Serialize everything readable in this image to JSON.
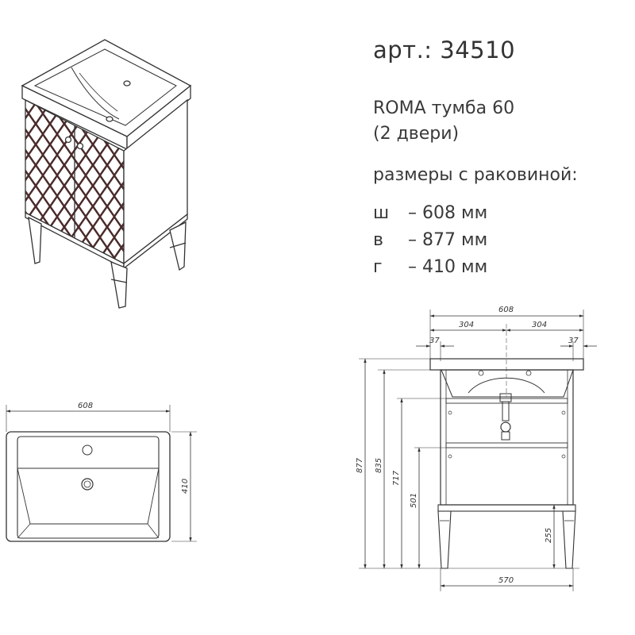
{
  "info": {
    "article": "арт.: 34510",
    "product": "ROMA  тумба 60",
    "doors": "(2 двери)",
    "dimensions_heading": "размеры с раковиной:",
    "dims": [
      {
        "key": "ш",
        "value": "– 608 мм"
      },
      {
        "key": "в",
        "value": "– 877 мм"
      },
      {
        "key": "г",
        "value": "– 410 мм"
      }
    ]
  },
  "top_view": {
    "width_label": "608",
    "depth_label": "410"
  },
  "front_view": {
    "total_width": "608",
    "half_left": "304",
    "half_right": "304",
    "overhang_left": "37",
    "overhang_right": "37",
    "height_total": "877",
    "height_cabinet": "835",
    "height_717": "717",
    "height_501": "501",
    "height_legs": "255",
    "base_width": "570"
  },
  "colors": {
    "line": "#333333",
    "accent": "#4a2a2a"
  }
}
